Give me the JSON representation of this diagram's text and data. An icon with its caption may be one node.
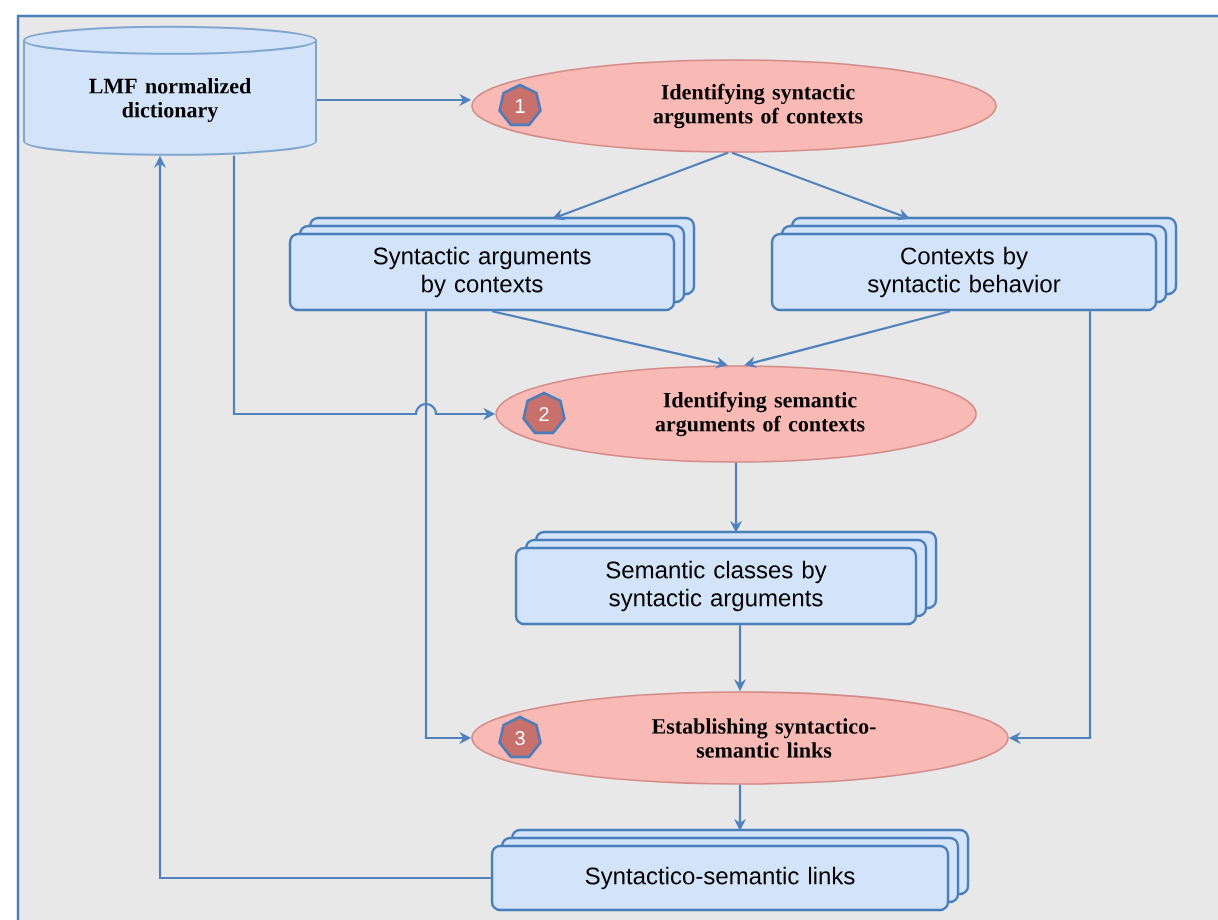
{
  "diagram": {
    "nodes": [
      {
        "text": [
          "LMF normalized dictionary"
        ]
      },
      {
        "text": [
          "1",
          "Identifying syntactic arguments of contexts"
        ]
      },
      {
        "text": [
          "Syntactic arguments by contexts"
        ]
      },
      {
        "text": [
          "Contexts by syntactic behavior"
        ]
      },
      {
        "text": [
          "2",
          "Identifying semantic arguments of contexts"
        ]
      },
      {
        "text": [
          "Semantic classes by syntactic arguments"
        ]
      },
      {
        "text": [
          "3",
          "Establishing syntactico-semantic links"
        ]
      },
      {
        "text": [
          "Syntactico-semantic links"
        ]
      }
    ],
    "edges": [
      {
        "from": 0,
        "to": 1,
        "arrow": "to"
      },
      {
        "from": 1,
        "to": 2,
        "arrow": "to"
      },
      {
        "from": 1,
        "to": 3,
        "arrow": "to"
      },
      {
        "from": 2,
        "to": 4,
        "arrow": "to"
      },
      {
        "from": 3,
        "to": 4,
        "arrow": "to"
      },
      {
        "from": 0,
        "to": 4,
        "arrow": "to"
      },
      {
        "from": 4,
        "to": 5,
        "arrow": "to"
      },
      {
        "from": 5,
        "to": 6,
        "arrow": "to"
      },
      {
        "from": 2,
        "to": 6,
        "arrow": "to"
      },
      {
        "from": 3,
        "to": 6,
        "arrow": "to"
      },
      {
        "from": 6,
        "to": 7,
        "arrow": "to"
      },
      {
        "from": 7,
        "to": 0,
        "arrow": "to"
      }
    ]
  }
}
